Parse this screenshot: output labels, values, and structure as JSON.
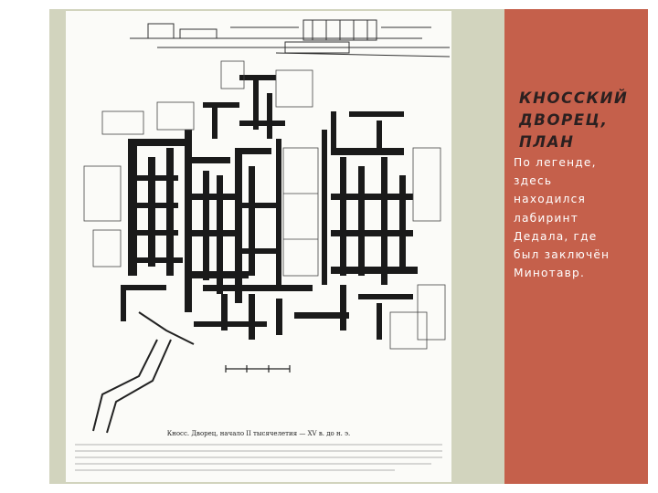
{
  "slide": {
    "title_lines": [
      "КНОССКИЙ",
      "ДВОРЕЦ,",
      "ПЛАН"
    ],
    "body_lines": [
      "По легенде,",
      "здесь",
      "находился",
      "лабиринт",
      "Дедала, где",
      "был заключён",
      "Минотавр."
    ]
  },
  "figure": {
    "caption": "Кносс. Дворец, начало II тысячелетия — XV в. до н. э."
  },
  "colors": {
    "accent_panel": "#c5604b",
    "frame_band": "#d2d4be",
    "title_text": "#2b2020",
    "body_text": "#ffffff"
  }
}
